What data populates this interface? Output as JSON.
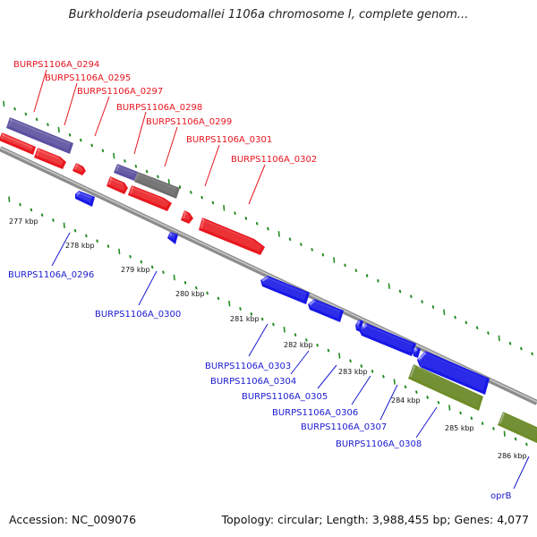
{
  "title": "Burkholderia pseudomallei 1106a chromosome I, complete genom...",
  "footer": {
    "accession": "Accession: NC_009076",
    "topology": "Topology: circular; Length: 3,988,455 bp; Genes: 4,077"
  },
  "colors": {
    "forward_gene": "#e8141e",
    "reverse_gene": "#1414e6",
    "purple_feature": "#5a50a0",
    "grey_feature": "#6e6e6e",
    "olive_feature": "#6e8c28",
    "backbone": "#8c8c8c",
    "tick_marks": "#228b22"
  },
  "ticks": [
    "277 kbp",
    "278 kbp",
    "279 kbp",
    "280 kbp",
    "281 kbp",
    "282 kbp",
    "283 kbp",
    "284 kbp",
    "285 kbp",
    "286 kbp"
  ],
  "forward_labels": [
    "BURPS1106A_0294",
    "BURPS1106A_0295",
    "BURPS1106A_0297",
    "BURPS1106A_0298",
    "BURPS1106A_0299",
    "BURPS1106A_0301",
    "BURPS1106A_0302"
  ],
  "reverse_labels": [
    "BURPS1106A_0296",
    "BURPS1106A_0300",
    "BURPS1106A_0303",
    "BURPS1106A_0304",
    "BURPS1106A_0305",
    "BURPS1106A_0306",
    "BURPS1106A_0307",
    "BURPS1106A_0308",
    "oprB"
  ]
}
